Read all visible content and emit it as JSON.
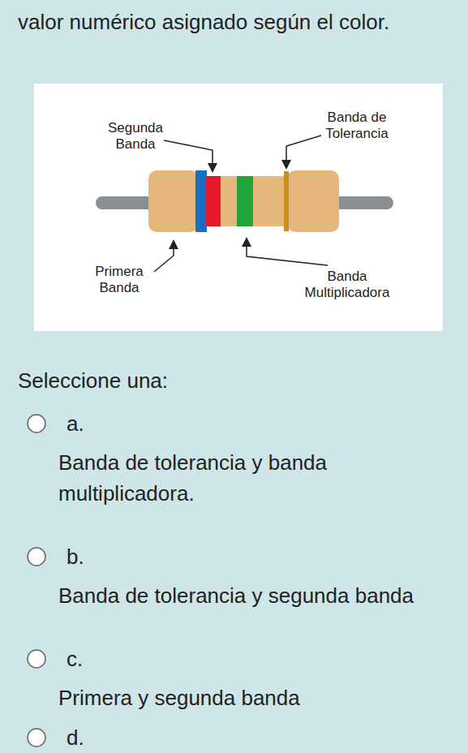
{
  "diagram": {
    "nodes": [
      {
        "text": [
          "Segunda Banda",
          "Banda de Tolerancia",
          "Primera Banda",
          "Banda Multiplicadora"
        ]
      }
    ],
    "labels": [
      "valor numérico asignado según el color.",
      "Seleccione una:",
      "a.",
      "Banda de tolerancia y banda multiplicadora.",
      "b.",
      "Banda de tolerancia y segunda banda",
      "c.",
      "Primera y segunda banda",
      "d."
    ]
  }
}
